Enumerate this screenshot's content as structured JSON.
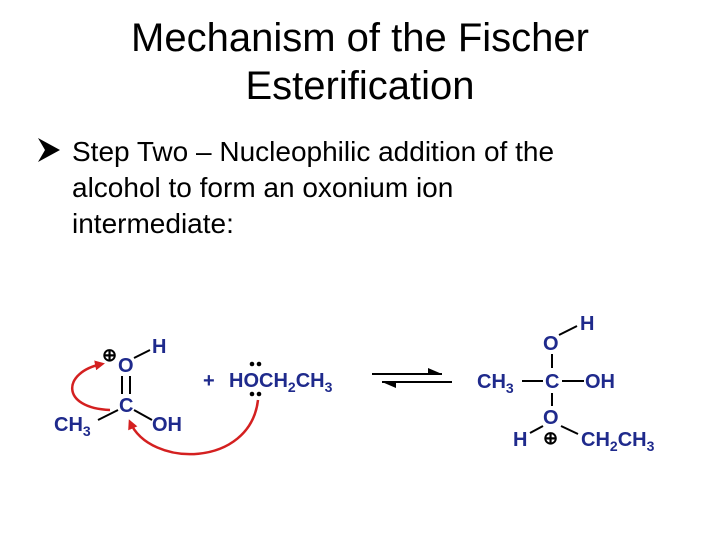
{
  "slide": {
    "title_line1": "Mechanism of the Fischer",
    "title_line2": "Esterification",
    "bullet_line1": "Step Two – Nucleophilic addition of the",
    "bullet_line2": "alcohol to form an oxonium ion",
    "bullet_line3": "intermediate:"
  },
  "reactant": {
    "oxygen": "O",
    "hydrogen": "H",
    "carbon": "C",
    "methyl": "CH",
    "methyl_sub": "3",
    "hydroxyl": "OH",
    "charge": "⊕"
  },
  "alcohol": {
    "plus": "+",
    "h": "H",
    "o": "O",
    "ch": "CH",
    "sub1": "2",
    "ch2": "CH",
    "sub2": "3"
  },
  "product": {
    "top_o": "O",
    "top_h": "H",
    "methyl": "CH",
    "methyl_sub": "3",
    "carbon": "C",
    "hydroxyl": "OH",
    "bottom_o": "O",
    "bottom_h": "H",
    "charge": "⊕",
    "ethyl1": "CH",
    "ethyl_sub1": "2",
    "ethyl2": "CH",
    "ethyl_sub2": "3"
  },
  "colors": {
    "text": "#000000",
    "atom_blue": "#1f2a8c",
    "arrow_red": "#d42020"
  },
  "icons": {
    "bullet": "arrow-bullet-icon",
    "equilibrium": "equilibrium-arrows-icon",
    "curved_arrow": "curved-arrow-icon"
  }
}
